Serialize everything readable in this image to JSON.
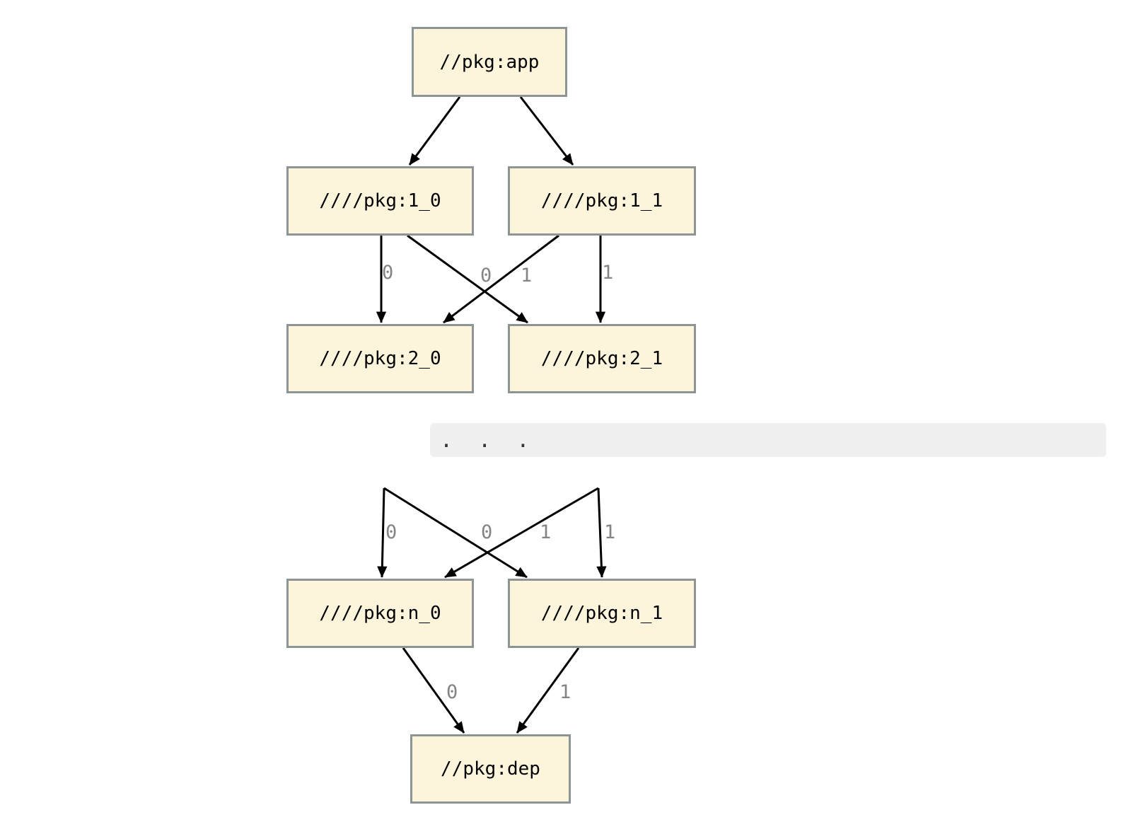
{
  "graph": {
    "type": "dependency-graph",
    "direction": "top-down",
    "nodes": [
      {
        "id": "app",
        "label": "//pkg:app"
      },
      {
        "id": "1_0",
        "label": "////pkg:1_0"
      },
      {
        "id": "1_1",
        "label": "////pkg:1_1"
      },
      {
        "id": "2_0",
        "label": "////pkg:2_0"
      },
      {
        "id": "2_1",
        "label": "////pkg:2_1"
      },
      {
        "id": "n_0",
        "label": "////pkg:n_0"
      },
      {
        "id": "n_1",
        "label": "////pkg:n_1"
      },
      {
        "id": "dep",
        "label": "//pkg:dep"
      }
    ],
    "ellipsis": ".  .  .",
    "edges": [
      {
        "from": "app",
        "to": "1_0",
        "label": ""
      },
      {
        "from": "app",
        "to": "1_1",
        "label": ""
      },
      {
        "from": "1_0",
        "to": "2_0",
        "label": "0"
      },
      {
        "from": "1_0",
        "to": "2_1",
        "label": "0"
      },
      {
        "from": "1_1",
        "to": "2_0",
        "label": "1"
      },
      {
        "from": "1_1",
        "to": "2_1",
        "label": "1"
      },
      {
        "from": "...",
        "to": "n_0",
        "label": "0"
      },
      {
        "from": "...",
        "to": "n_1",
        "label": "0"
      },
      {
        "from": "...",
        "to": "n_0",
        "label": "1"
      },
      {
        "from": "...",
        "to": "n_1",
        "label": "1"
      },
      {
        "from": "n_0",
        "to": "dep",
        "label": "0"
      },
      {
        "from": "n_1",
        "to": "dep",
        "label": "1"
      }
    ],
    "colors": {
      "node_fill": "#FCF4DB",
      "node_border": "#8D9496",
      "node_text": "#000000",
      "edge": "#000000",
      "edge_label": "#848484",
      "ellipsis_bg": "#F0F0F0",
      "ellipsis_text": "#333333",
      "background": "#FFFFFF"
    }
  }
}
